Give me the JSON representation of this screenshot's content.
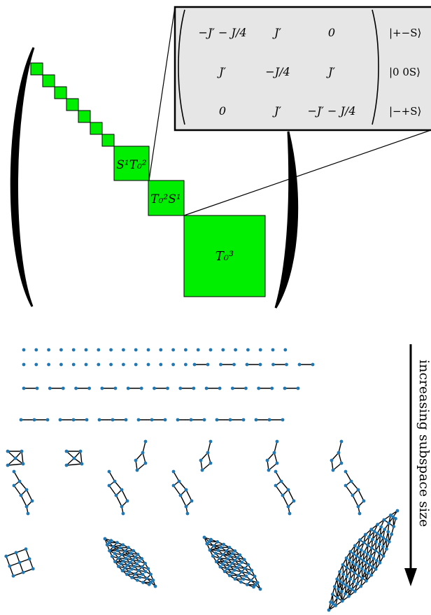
{
  "matrix_blocks": {
    "block_a": "S¹T₀²",
    "block_b": "T₀²S¹",
    "block_c": "T₀³"
  },
  "zoom_matrix": {
    "rows": [
      [
        "−J′ − J/4",
        "J′",
        "0"
      ],
      [
        "J′",
        "−J/4",
        "J′"
      ],
      [
        "0",
        "J′",
        "−J′ − J/4"
      ]
    ],
    "kets": [
      "|+−S⟩",
      "|0 0S⟩",
      "|−+S⟩"
    ],
    "fill_color": "#e6e6e6"
  },
  "arrow_label": "increasing subspace size",
  "colors": {
    "block_green": "#00ee00",
    "node_blue": "#1f77b4",
    "edge": "#000000"
  }
}
